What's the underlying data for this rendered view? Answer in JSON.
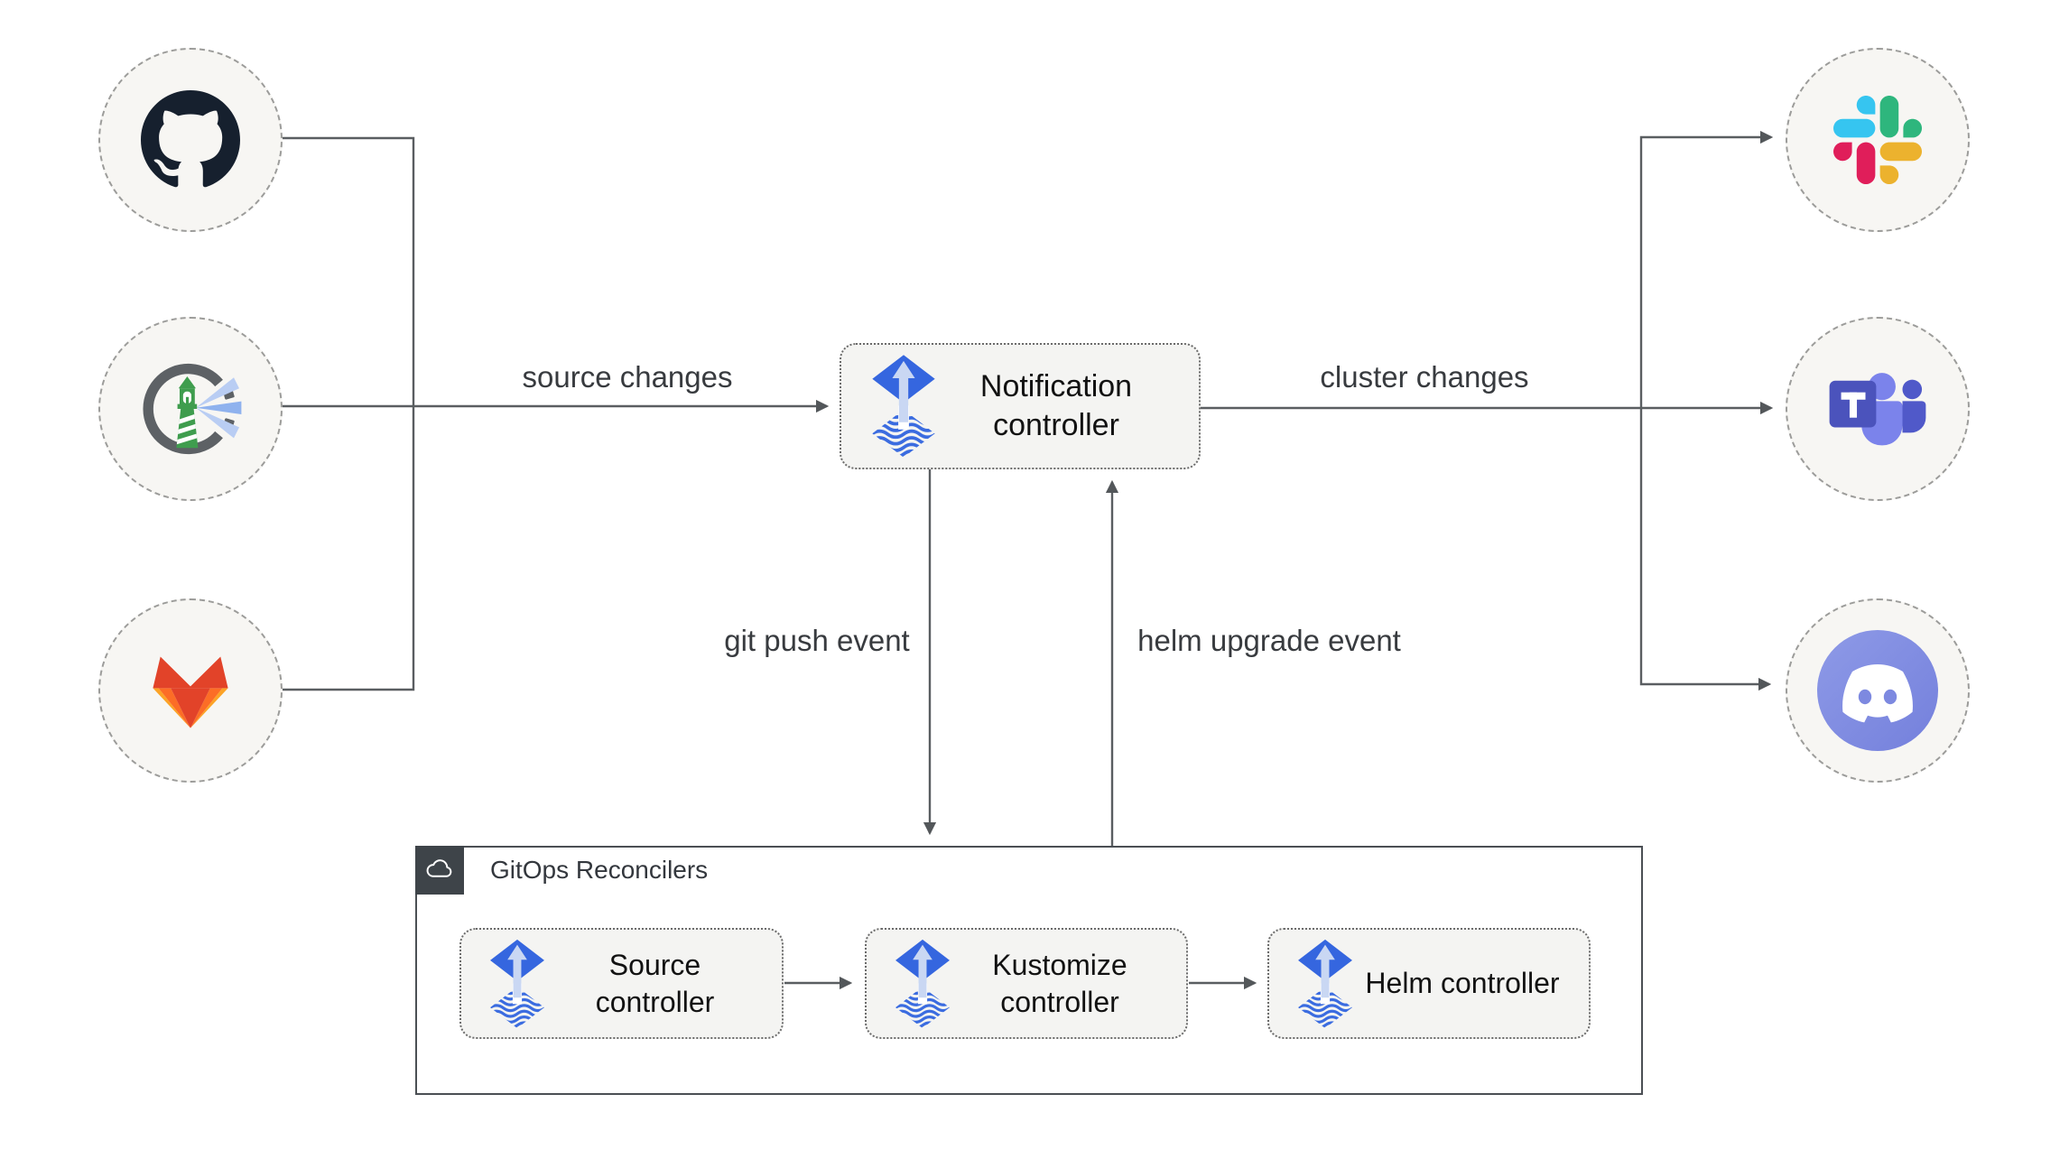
{
  "colors": {
    "background": "#ffffff",
    "connector": "#5a5e61",
    "arrowhead": "#53575a",
    "circle_fill": "#f7f6f3",
    "circle_border": "#9c9c9a",
    "node_fill": "#f4f4f2",
    "node_border": "#6b6b6b",
    "node_text": "#121212",
    "edge_label_text": "#383b3f",
    "group_border": "#4b4f54",
    "group_tab_bg": "#3e4449",
    "group_title_text": "#33373d",
    "flux_blue": "#3566df",
    "flux_arrow_light": "#c9d7f3",
    "github_black": "#16202e",
    "lighthouse_green": "#3f9d4e",
    "gitlab_red": "#e24329",
    "gitlab_orange": "#fc6d26",
    "gitlab_yellow": "#fca326",
    "slack_blue": "#36c5f0",
    "slack_green": "#2eb67d",
    "slack_red": "#e01e5a",
    "slack_yellow": "#ecb22e",
    "teams_purple": "#4b53bc",
    "teams_light_purple": "#7b83eb",
    "discord_blurple": "#7d8ae0"
  },
  "sources": [
    {
      "icon": "github-octocat-icon"
    },
    {
      "icon": "lighthouse-registry-icon"
    },
    {
      "icon": "gitlab-fox-icon"
    }
  ],
  "notification": {
    "label": "Notification controller",
    "icon": "flux-icon"
  },
  "alert_targets": [
    {
      "icon": "slack-icon"
    },
    {
      "icon": "microsoft-teams-icon"
    },
    {
      "icon": "discord-icon"
    }
  ],
  "edges": {
    "source_changes": "source changes",
    "cluster_changes": "cluster changes",
    "git_push_event": "git push event",
    "helm_upgrade_event": "helm upgrade event"
  },
  "reconcilers": {
    "title": "GitOps Reconcilers",
    "icon": "cloud-icon",
    "nodes": [
      {
        "label": "Source controller",
        "icon": "flux-icon"
      },
      {
        "label": "Kustomize controller",
        "icon": "flux-icon"
      },
      {
        "label": "Helm controller",
        "icon": "flux-icon"
      }
    ]
  }
}
